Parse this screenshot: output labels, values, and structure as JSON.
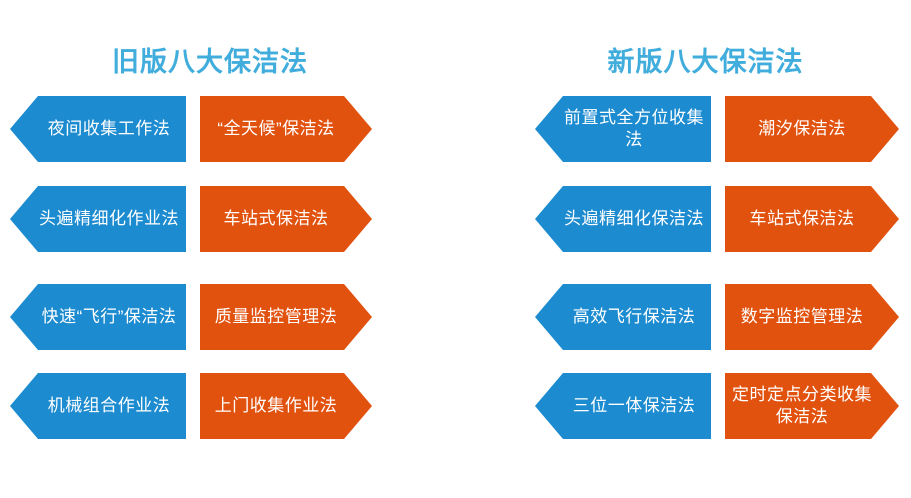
{
  "colors": {
    "blue": "#1c8bd0",
    "orange": "#e2520f",
    "title": "#41addc",
    "background": "#ffffff",
    "text": "#ffffff"
  },
  "panels": [
    {
      "id": "old-version",
      "title": "旧版八大保洁法",
      "rows": [
        {
          "blue": "夜间收集工作法",
          "orange": "“全天候”保洁法"
        },
        {
          "blue": "头遍精细化作业法",
          "orange": "车站式保洁法"
        },
        {
          "blue": "快速“飞行”保洁法",
          "orange": "质量监控管理法"
        },
        {
          "blue": "机械组合作业法",
          "orange": "上门收集作业法"
        }
      ]
    },
    {
      "id": "new-version",
      "title": "新版八大保洁法",
      "rows": [
        {
          "blue": "前置式全方位收集法",
          "orange": "潮汐保洁法"
        },
        {
          "blue": "头遍精细化保洁法",
          "orange": "车站式保洁法"
        },
        {
          "blue": "高效飞行保洁法",
          "orange": "数字监控管理法"
        },
        {
          "blue": "三位一体保洁法",
          "orange": "定时定点分类收集保洁法"
        }
      ]
    }
  ]
}
